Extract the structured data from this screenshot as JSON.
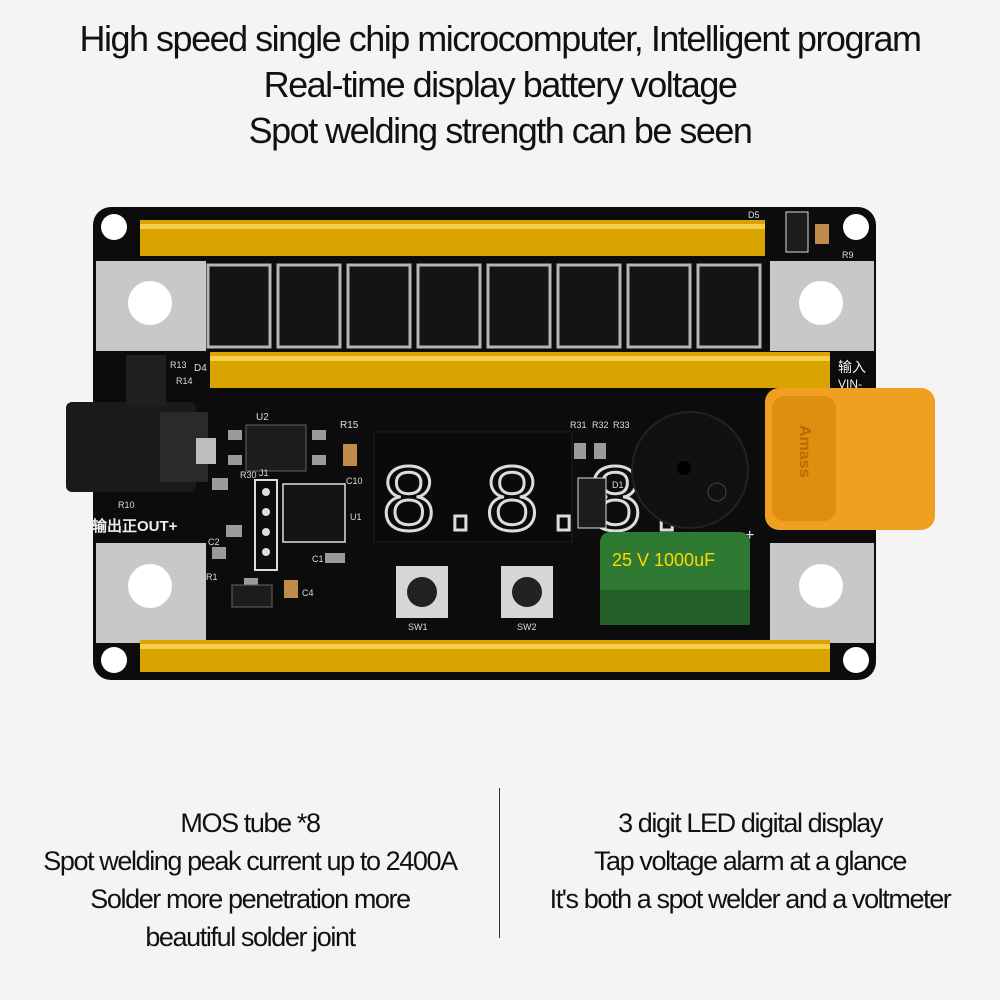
{
  "headlines": [
    "High speed single chip microcomputer, Intelligent program",
    "Real-time display battery voltage",
    "Spot welding strength can be seen"
  ],
  "board": {
    "display_digits": "8.8.8.",
    "labels": {
      "d5": "D5",
      "r9": "R9",
      "d4": "D4",
      "r13": "R13",
      "r14": "R14",
      "u2": "U2",
      "r15": "R15",
      "c10": "C10",
      "j1": "J1",
      "r30": "R30",
      "u1": "U1",
      "c1": "C1",
      "c2": "C2",
      "c4": "C4",
      "r1": "R1",
      "r10": "R10",
      "r31": "R31",
      "r32": "R32",
      "r33": "R33",
      "d1": "D1",
      "sw1": "SW1",
      "sw2": "SW2",
      "input": "输入",
      "vin": "VIN-",
      "output": "输出正OUT+",
      "plus": "+"
    },
    "capacitor_text": "25 V  1000uF",
    "connector_text": "Amass"
  },
  "captions": {
    "left": [
      "MOS tube *8",
      "Spot welding peak current up to 2400A",
      "Solder more penetration more",
      "beautiful solder joint"
    ],
    "right": [
      "3 digit LED digital display",
      "Tap voltage alarm at a glance",
      "It's both a spot welder and a voltmeter"
    ]
  },
  "colors": {
    "pcb": "#0c0c0c",
    "copper_bar": "#d9a400",
    "segment": "#dcdcdc",
    "connector": "#f0a020",
    "capacitor": "#2f7a32"
  }
}
